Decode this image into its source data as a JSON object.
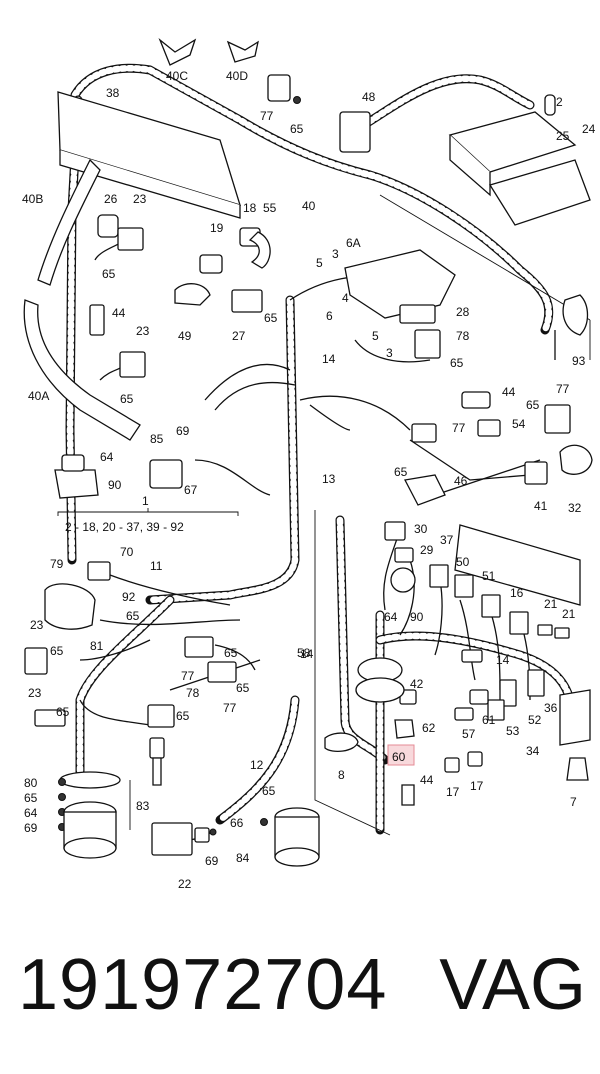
{
  "diagram": {
    "group_label": "1",
    "group_range": "2 - 18, 20 - 37, 39 - 92",
    "callouts": [
      "40C",
      "40D",
      "38",
      "77",
      "65",
      "48",
      "2",
      "25",
      "24",
      "40B",
      "26",
      "23",
      "18",
      "55",
      "40",
      "19",
      "65",
      "6A",
      "3",
      "5",
      "4",
      "28",
      "6",
      "5",
      "3",
      "78",
      "65",
      "49",
      "27",
      "65",
      "93",
      "44",
      "40A",
      "23",
      "65",
      "14",
      "44",
      "77",
      "85",
      "69",
      "77",
      "54",
      "65",
      "64",
      "67",
      "13",
      "65",
      "46",
      "90",
      "41",
      "30",
      "32",
      "37",
      "29",
      "50",
      "70",
      "79",
      "11",
      "51",
      "92",
      "65",
      "64",
      "90",
      "16",
      "21",
      "21",
      "81",
      "23",
      "65",
      "77",
      "65",
      "14",
      "58",
      "65",
      "77",
      "23",
      "65",
      "78",
      "65",
      "42",
      "61",
      "52",
      "36",
      "62",
      "57",
      "53",
      "34",
      "60",
      "12",
      "8",
      "17",
      "17",
      "80",
      "65",
      "64",
      "69",
      "83",
      "65",
      "66",
      "44",
      "7",
      "22",
      "69",
      "84",
      "14"
    ],
    "highlighted_part": "60"
  },
  "footer": {
    "part_number": "191972704",
    "brand": "VAG"
  }
}
